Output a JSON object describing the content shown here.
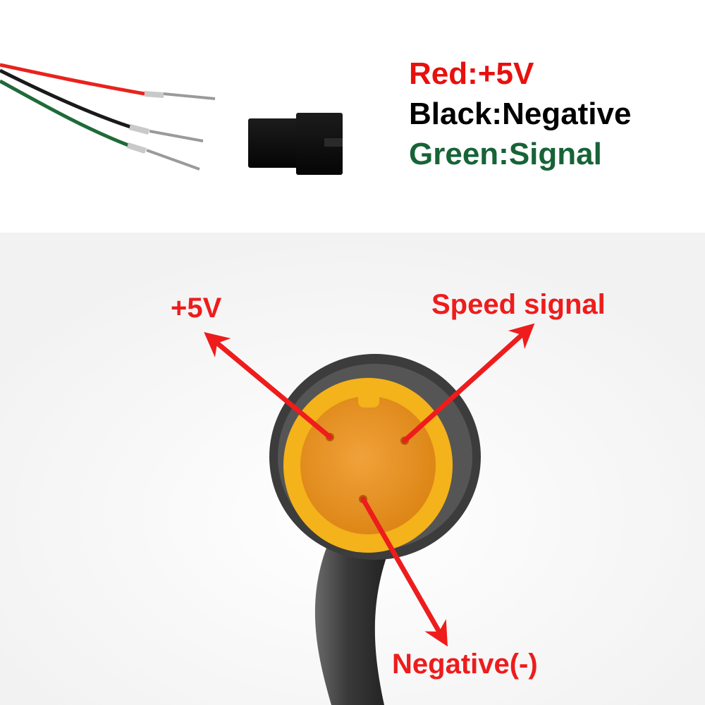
{
  "legend": {
    "red": "Red:+5V",
    "black": "Black:Negative",
    "green": "Green:Signal"
  },
  "labels": {
    "plus5v": "+5V",
    "speed_signal": "Speed signal",
    "negative": "Negative(-)"
  },
  "colors": {
    "red_wire": "#e8231c",
    "black_wire": "#1a1a1a",
    "green_wire": "#1e6a38",
    "legend_red": "#e8100e",
    "legend_black": "#000000",
    "legend_green": "#176337",
    "arrow": "#ee1c1c",
    "connector_yellow": "#f4b21b",
    "connector_inner": "#e8921a",
    "cable_body": "#3a3a3a"
  }
}
